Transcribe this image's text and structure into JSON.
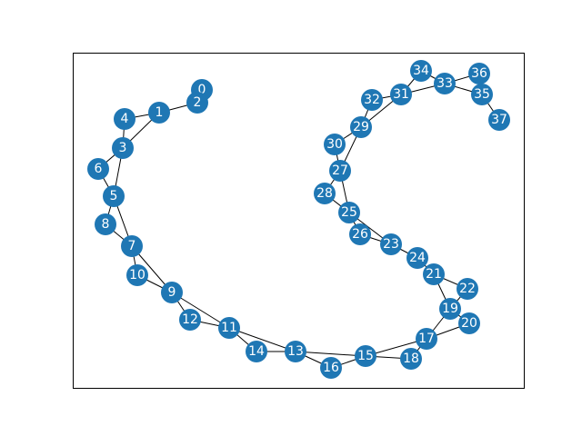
{
  "graph": {
    "node_color": "#1f77b4",
    "edge_color": "#000000",
    "frame_color": "#000000",
    "nodes": [
      {
        "id": "0"
      },
      {
        "id": "1"
      },
      {
        "id": "2"
      },
      {
        "id": "3"
      },
      {
        "id": "4"
      },
      {
        "id": "5"
      },
      {
        "id": "6"
      },
      {
        "id": "7"
      },
      {
        "id": "8"
      },
      {
        "id": "9"
      },
      {
        "id": "10"
      },
      {
        "id": "11"
      },
      {
        "id": "12"
      },
      {
        "id": "13"
      },
      {
        "id": "14"
      },
      {
        "id": "15"
      },
      {
        "id": "16"
      },
      {
        "id": "17"
      },
      {
        "id": "18"
      },
      {
        "id": "19"
      },
      {
        "id": "20"
      },
      {
        "id": "21"
      },
      {
        "id": "22"
      },
      {
        "id": "23"
      },
      {
        "id": "24"
      },
      {
        "id": "25"
      },
      {
        "id": "26"
      },
      {
        "id": "27"
      },
      {
        "id": "28"
      },
      {
        "id": "29"
      },
      {
        "id": "30"
      },
      {
        "id": "31"
      },
      {
        "id": "32"
      },
      {
        "id": "33"
      },
      {
        "id": "34"
      },
      {
        "id": "35"
      },
      {
        "id": "36"
      },
      {
        "id": "37"
      }
    ],
    "edges": [
      [
        "0",
        "2"
      ],
      [
        "2",
        "1"
      ],
      [
        "1",
        "4"
      ],
      [
        "1",
        "3"
      ],
      [
        "4",
        "3"
      ],
      [
        "3",
        "6"
      ],
      [
        "3",
        "5"
      ],
      [
        "6",
        "5"
      ],
      [
        "5",
        "8"
      ],
      [
        "5",
        "7"
      ],
      [
        "8",
        "7"
      ],
      [
        "7",
        "10"
      ],
      [
        "7",
        "9"
      ],
      [
        "10",
        "9"
      ],
      [
        "9",
        "12"
      ],
      [
        "9",
        "11"
      ],
      [
        "12",
        "11"
      ],
      [
        "11",
        "14"
      ],
      [
        "11",
        "13"
      ],
      [
        "14",
        "13"
      ],
      [
        "13",
        "16"
      ],
      [
        "13",
        "15"
      ],
      [
        "16",
        "15"
      ],
      [
        "15",
        "18"
      ],
      [
        "15",
        "17"
      ],
      [
        "18",
        "17"
      ],
      [
        "17",
        "20"
      ],
      [
        "17",
        "19"
      ],
      [
        "20",
        "19"
      ],
      [
        "19",
        "22"
      ],
      [
        "19",
        "21"
      ],
      [
        "22",
        "21"
      ],
      [
        "21",
        "24"
      ],
      [
        "24",
        "23"
      ],
      [
        "23",
        "26"
      ],
      [
        "23",
        "25"
      ],
      [
        "26",
        "25"
      ],
      [
        "25",
        "28"
      ],
      [
        "25",
        "27"
      ],
      [
        "28",
        "27"
      ],
      [
        "27",
        "30"
      ],
      [
        "27",
        "29"
      ],
      [
        "30",
        "29"
      ],
      [
        "29",
        "32"
      ],
      [
        "29",
        "31"
      ],
      [
        "32",
        "31"
      ],
      [
        "31",
        "34"
      ],
      [
        "31",
        "33"
      ],
      [
        "34",
        "33"
      ],
      [
        "33",
        "36"
      ],
      [
        "33",
        "35"
      ],
      [
        "36",
        "35"
      ],
      [
        "35",
        "37"
      ]
    ]
  }
}
